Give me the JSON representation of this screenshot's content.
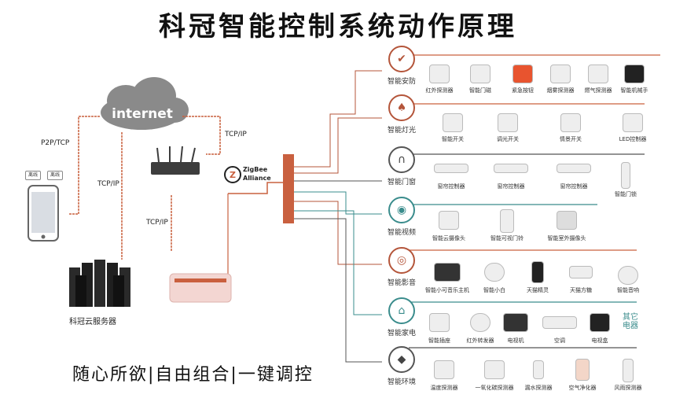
{
  "title": "科冠智能控制系统动作原理",
  "slogan": "随心所欲|自由组合|一键调控",
  "internet_label": "internet",
  "zigbee": {
    "line1": "ZigBee",
    "line2": "Alliance"
  },
  "protocol_labels": {
    "p2p": "P2P/TCP",
    "tcp_left": "TCP/IP",
    "tcp_top": "TCP/IP",
    "tcp_mid": "TCP/IP"
  },
  "phone_badges": [
    "离线",
    "离线"
  ],
  "server_label": "科冠云服务器",
  "categories": [
    {
      "label": "智能安防",
      "devices": [
        "红外探测器",
        "智能门磁",
        "紧急按钮",
        "烟雾探测器",
        "燃气探测器",
        "智能机械手"
      ]
    },
    {
      "label": "智能灯光",
      "devices": [
        "智能开关",
        "调光开关",
        "情景开关",
        "LED控制器"
      ]
    },
    {
      "label": "智能门窗",
      "devices": [
        "窗帘控制器",
        "窗帘控制器",
        "窗帘控制器",
        "智能门锁"
      ]
    },
    {
      "label": "智能视频",
      "devices": [
        "智能云摄像头",
        "智能可视门铃",
        "智能室外摄像头"
      ]
    },
    {
      "label": "智能影音",
      "devices": [
        "智能小可音乐主机",
        "智能小白",
        "天猫精灵",
        "天猫方糖",
        "智能音响"
      ]
    },
    {
      "label": "智能家电",
      "devices": [
        "智能插座",
        "红外转发器",
        "电视机",
        "空调",
        "电视盒"
      ],
      "extra": "其它\n电器"
    },
    {
      "label": "智能环境",
      "devices": [
        "温度探测器",
        "一氧化碳探测器",
        "漏水探测器",
        "空气净化器",
        "风雨探测器"
      ]
    }
  ],
  "colors": {
    "accent": "#b4553a",
    "teal": "#3a8c8c",
    "gray": "#444444",
    "line": "#c9603f"
  }
}
